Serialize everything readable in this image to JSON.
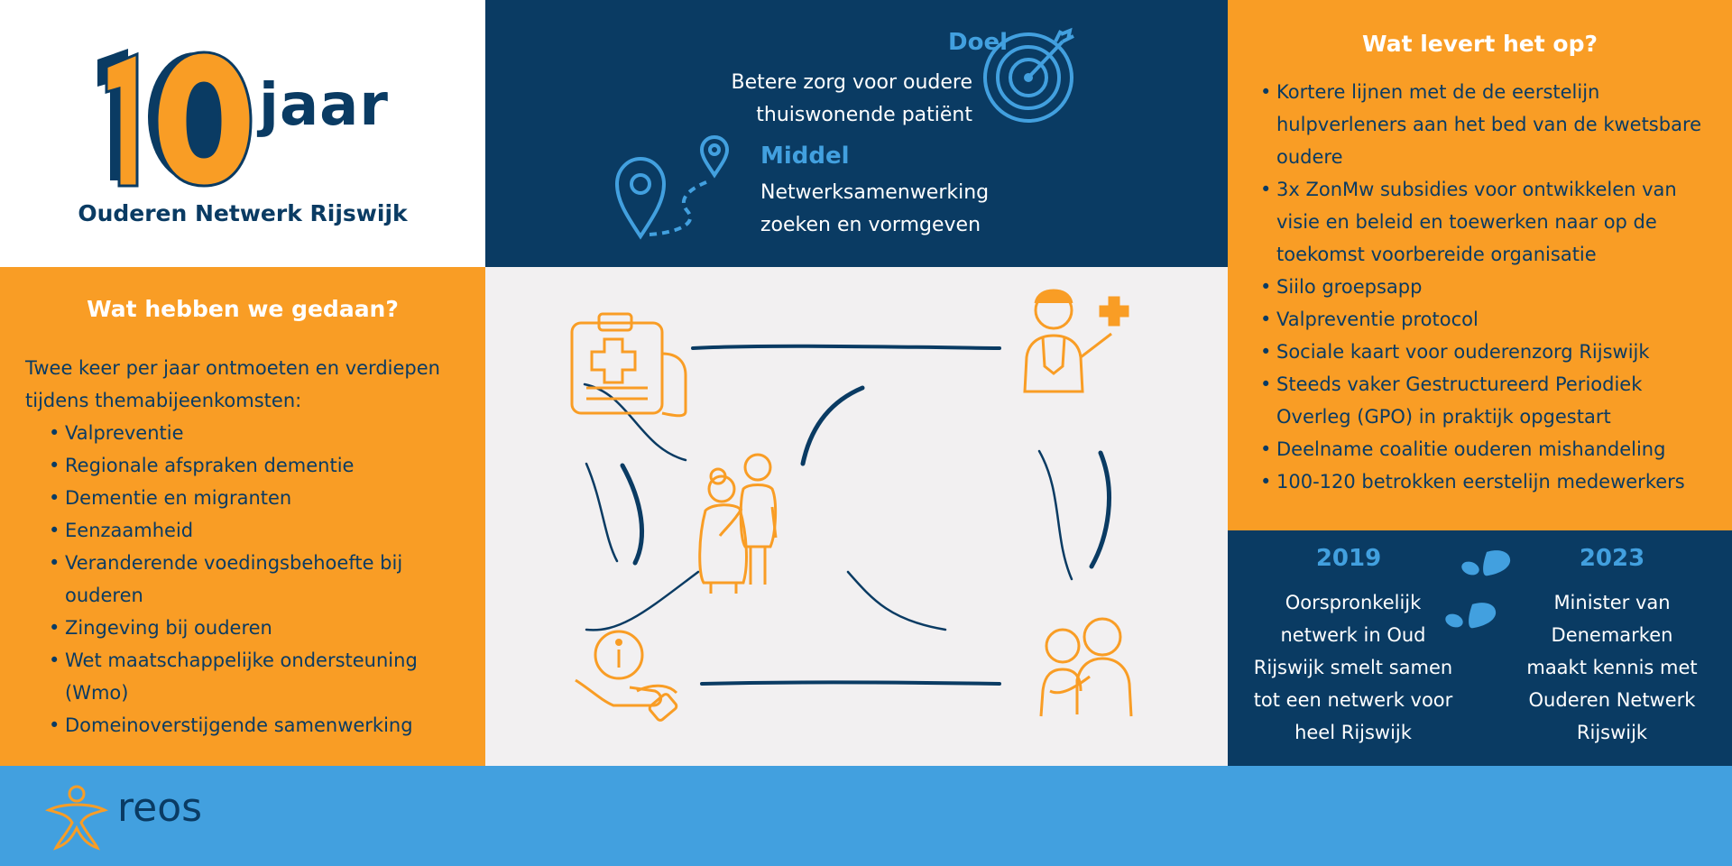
{
  "logo": {
    "number": "10",
    "jaar": "jaar",
    "organisation": "Ouderen Netwerk Rijswijk"
  },
  "goal": {
    "doel_label": "Doel",
    "doel_lines": [
      "Betere zorg voor oudere",
      "thuiswonende patiënt"
    ],
    "middel_label": "Middel",
    "middel_lines": [
      "Netwerksamenwerking",
      "zoeken en vormgeven"
    ]
  },
  "result": {
    "title": "Wat levert het op?",
    "items": [
      "Kortere lijnen met de de eerstelijn hulpverleners aan het bed van de kwetsbare oudere",
      "3x ZonMw subsidies voor ontwikkelen van visie en beleid en toewerken naar op de toekomst voorbereide organisatie",
      "Siilo groepsapp",
      "Valpreventie protocol",
      "Sociale kaart voor ouderenzorg Rijswijk",
      "Steeds vaker Gestructureerd Periodiek Overleg (GPO) in praktijk opgestart",
      "Deelname coalitie ouderen mishandeling",
      "100-120 betrokken eerstelijn medewerkers"
    ]
  },
  "done": {
    "title": "Wat hebben we gedaan?",
    "intro": "Twee keer per jaar ontmoeten en verdiepen tijdens themabijeenkomsten:",
    "items": [
      "Valpreventie",
      "Regionale afspraken dementie",
      "Dementie en migranten",
      "Eenzaamheid",
      "Veranderende voedingsbehoefte bij ouderen",
      "Zingeving bij ouderen",
      "Wet maatschappelijke ondersteuning (Wmo)",
      "Domeinoverstijgende samenwerking"
    ]
  },
  "timeline": {
    "y2019": "2019",
    "t2019": [
      "Oorspronkelijk",
      "netwerk in Oud",
      "Rijswijk smelt samen",
      "tot een netwerk voor",
      "heel Rijswijk"
    ],
    "y2023": "2023",
    "t2023": [
      "Minister van",
      "Denemarken",
      "maakt kennis met",
      "Ouderen Netwerk",
      "Rijswijk"
    ]
  },
  "footer": {
    "brand": "reos"
  },
  "colors": {
    "navy": "#0a3b63",
    "orange": "#f99d25",
    "blue": "#42a0df",
    "light": "#f2f0f1"
  },
  "icons": {
    "goal": "target-icon",
    "means": "route-pin-icon",
    "network": [
      "clipboard-medical-icon",
      "nurse-icon",
      "information-hand-icon",
      "care-hug-icon",
      "elderly-couple-icon"
    ],
    "timeline": "footsteps-icon",
    "brand": "reos-figure-logo"
  }
}
